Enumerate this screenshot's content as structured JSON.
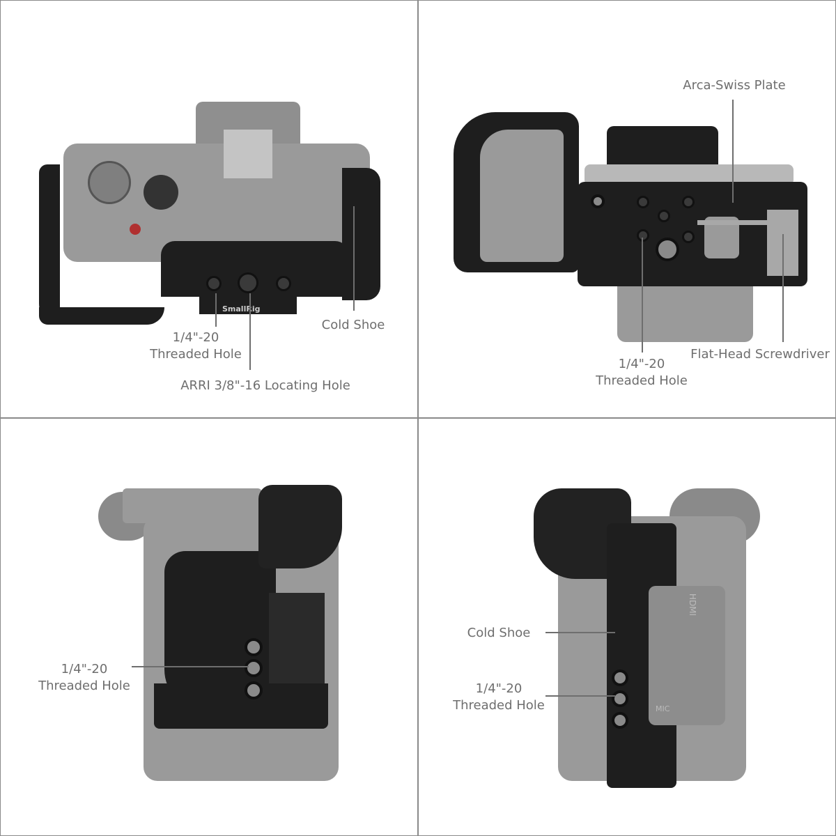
{
  "panels": [
    {
      "id": "top-view",
      "callouts": [
        {
          "line1": "1/4\"-20",
          "line2": "Threaded Hole"
        },
        {
          "line1": "ARRI 3/8\"-16 Locating Hole"
        },
        {
          "line1": "Cold Shoe"
        }
      ],
      "brand_engraving": "SmallRig"
    },
    {
      "id": "bottom-view",
      "callouts": [
        {
          "line1": "Arca-Swiss Plate"
        },
        {
          "line1": "Flat-Head Screwdriver"
        },
        {
          "line1": "1/4\"-20",
          "line2": "Threaded Hole"
        }
      ]
    },
    {
      "id": "grip-side-view",
      "callouts": [
        {
          "line1": "1/4\"-20",
          "line2": "Threaded Hole"
        }
      ]
    },
    {
      "id": "port-side-view",
      "callouts": [
        {
          "line1": "Cold Shoe"
        },
        {
          "line1": "1/4\"-20",
          "line2": "Threaded Hole"
        }
      ],
      "port_labels": [
        "HDMI",
        "MIC"
      ]
    }
  ],
  "colors": {
    "label_text": "#6e6e6e",
    "border": "#8a8a8a",
    "cage": "#1e1e1e",
    "camera": "#9a9a9a"
  }
}
